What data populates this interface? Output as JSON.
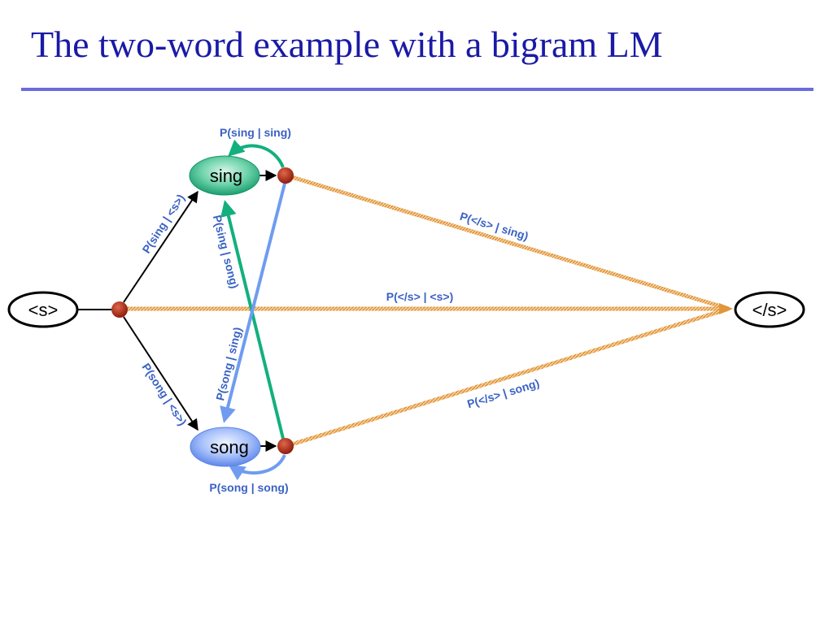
{
  "title": "The two-word example with a bigram LM",
  "nodes": {
    "start": "<s>",
    "end": "</s>",
    "sing": "sing",
    "song": "song"
  },
  "edge_labels": {
    "sing_sing": "P(sing | sing)",
    "sing_start": "P(sing | <s>)",
    "sing_song": "P(sing | song)",
    "end_sing": "P(</s> | sing)",
    "end_start": "P(</s> | <s>)",
    "song_sing": "P(song | sing)",
    "song_start": "P(song | <s>)",
    "end_song": "P(</s> | song)",
    "song_song": "P(song | song)"
  },
  "colors": {
    "title": "#1a1aa6",
    "rule": "#6b6bdf",
    "sing_node": "#1fae7e",
    "song_node": "#6f93ee",
    "junction": "#a52a14",
    "green_edge": "#12b07e",
    "blue_edge": "#6f9cf0",
    "end_edge": "#e0963a",
    "label": "#3a62c4"
  }
}
